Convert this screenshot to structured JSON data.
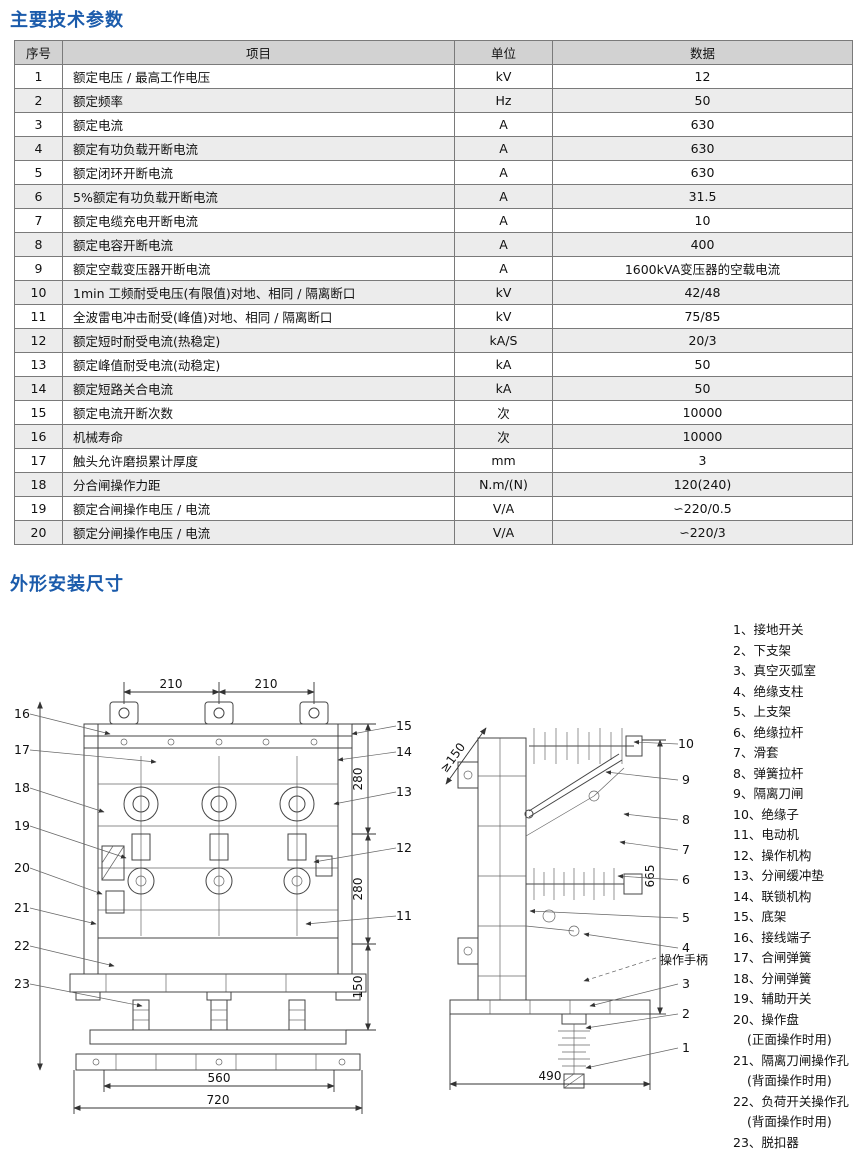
{
  "page": {
    "section1_title": "主要技术参数",
    "section2_title": "外形安装尺寸"
  },
  "table": {
    "headers": [
      "序号",
      "项目",
      "单位",
      "数据"
    ],
    "rows": [
      [
        "1",
        "额定电压 / 最高工作电压",
        "kV",
        "12"
      ],
      [
        "2",
        "额定频率",
        "Hz",
        "50"
      ],
      [
        "3",
        "额定电流",
        "A",
        "630"
      ],
      [
        "4",
        "额定有功负载开断电流",
        "A",
        "630"
      ],
      [
        "5",
        "额定闭环开断电流",
        "A",
        "630"
      ],
      [
        "6",
        "5%额定有功负载开断电流",
        "A",
        "31.5"
      ],
      [
        "7",
        "额定电缆充电开断电流",
        "A",
        "10"
      ],
      [
        "8",
        "额定电容开断电流",
        "A",
        "400"
      ],
      [
        "9",
        "额定空载变压器开断电流",
        "A",
        "1600kVA变压器的空载电流"
      ],
      [
        "10",
        "1min 工频耐受电压(有限值)对地、相同 / 隔离断口",
        "kV",
        "42/48"
      ],
      [
        "11",
        "全波雷电冲击耐受(峰值)对地、相同 / 隔离断口",
        "kV",
        "75/85"
      ],
      [
        "12",
        "额定短时耐受电流(热稳定)",
        "kA/S",
        "20/3"
      ],
      [
        "13",
        "额定峰值耐受电流(动稳定)",
        "kA",
        "50"
      ],
      [
        "14",
        "额定短路关合电流",
        "kA",
        "50"
      ],
      [
        "15",
        "额定电流开断次数",
        "次",
        "10000"
      ],
      [
        "16",
        "机械寿命",
        "次",
        "10000"
      ],
      [
        "17",
        "触头允许磨损累计厚度",
        "mm",
        "3"
      ],
      [
        "18",
        "分合闸操作力距",
        "N.m/(N)",
        "120(240)"
      ],
      [
        "19",
        "额定合闸操作电压 / 电流",
        "V/A",
        "∽220/0.5"
      ],
      [
        "20",
        "额定分闸操作电压 / 电流",
        "V/A",
        "∽220/3"
      ]
    ]
  },
  "legend": {
    "items": [
      {
        "t": "1、接地开关"
      },
      {
        "t": "2、下支架"
      },
      {
        "t": "3、真空灭弧室"
      },
      {
        "t": "4、绝缘支柱"
      },
      {
        "t": "5、上支架"
      },
      {
        "t": "6、绝缘拉杆"
      },
      {
        "t": "7、滑套"
      },
      {
        "t": "8、弹簧拉杆"
      },
      {
        "t": "9、隔离刀闸"
      },
      {
        "t": "10、绝缘子"
      },
      {
        "t": "11、电动机"
      },
      {
        "t": "12、操作机构"
      },
      {
        "t": "13、分闸缓冲垫"
      },
      {
        "t": "14、联锁机构"
      },
      {
        "t": "15、底架"
      },
      {
        "t": "16、接线端子"
      },
      {
        "t": "17、合闸弹簧"
      },
      {
        "t": "18、分闸弹簧"
      },
      {
        "t": "19、辅助开关"
      },
      {
        "t": "20、操作盘",
        "s": "(正面操作时用)"
      },
      {
        "t": "21、隔离刀闸操作孔",
        "s": "(背面操作时用)"
      },
      {
        "t": "22、负荷开关操作孔",
        "s": "(背面操作时用)"
      },
      {
        "t": "23、脱扣器"
      }
    ]
  },
  "drawings": {
    "front": {
      "dim_top_left": "210",
      "dim_top_right": "210",
      "dim_right_upper": "280",
      "dim_right_lower": "280",
      "dim_right_bottom": "150",
      "dim_bottom_inner": "560",
      "dim_bottom_outer": "720",
      "callouts_left": [
        "16",
        "17",
        "18",
        "19",
        "20",
        "21",
        "22",
        "23"
      ],
      "callouts_right": [
        "15",
        "14",
        "13",
        "12",
        "11"
      ]
    },
    "side": {
      "dim_top": "≥150",
      "dim_height": "665",
      "dim_bottom": "490",
      "callouts": [
        "10",
        "9",
        "8",
        "7",
        "6",
        "5",
        "4",
        "3",
        "2",
        "1"
      ],
      "handle_label": "操作手柄"
    }
  }
}
